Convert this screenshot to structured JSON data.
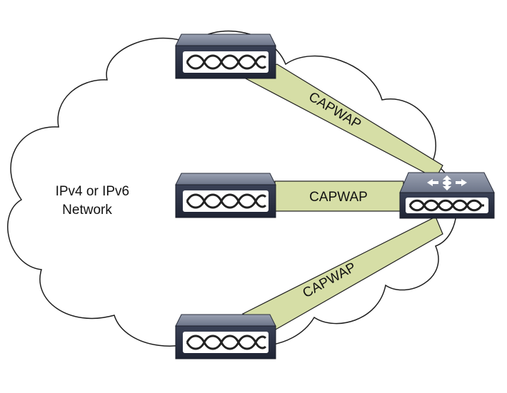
{
  "network_label": {
    "line1": "IPv4 or IPv6",
    "line2": "Network"
  },
  "tunnels": [
    {
      "id": "top",
      "label": "CAPWAP"
    },
    {
      "id": "middle",
      "label": "CAPWAP"
    },
    {
      "id": "bottom",
      "label": "CAPWAP"
    }
  ],
  "devices": {
    "access_points": [
      {
        "id": "ap-top",
        "icon": "access-point-icon"
      },
      {
        "id": "ap-middle",
        "icon": "access-point-icon"
      },
      {
        "id": "ap-bottom",
        "icon": "access-point-icon"
      }
    ],
    "controller": {
      "id": "wlc",
      "icon": "wireless-controller-icon"
    }
  },
  "colors": {
    "tunnel_fill": "#d6dea6",
    "cloud_fill": "#ffffff",
    "device_top": "#7d8598",
    "device_front": "#2b3144"
  }
}
